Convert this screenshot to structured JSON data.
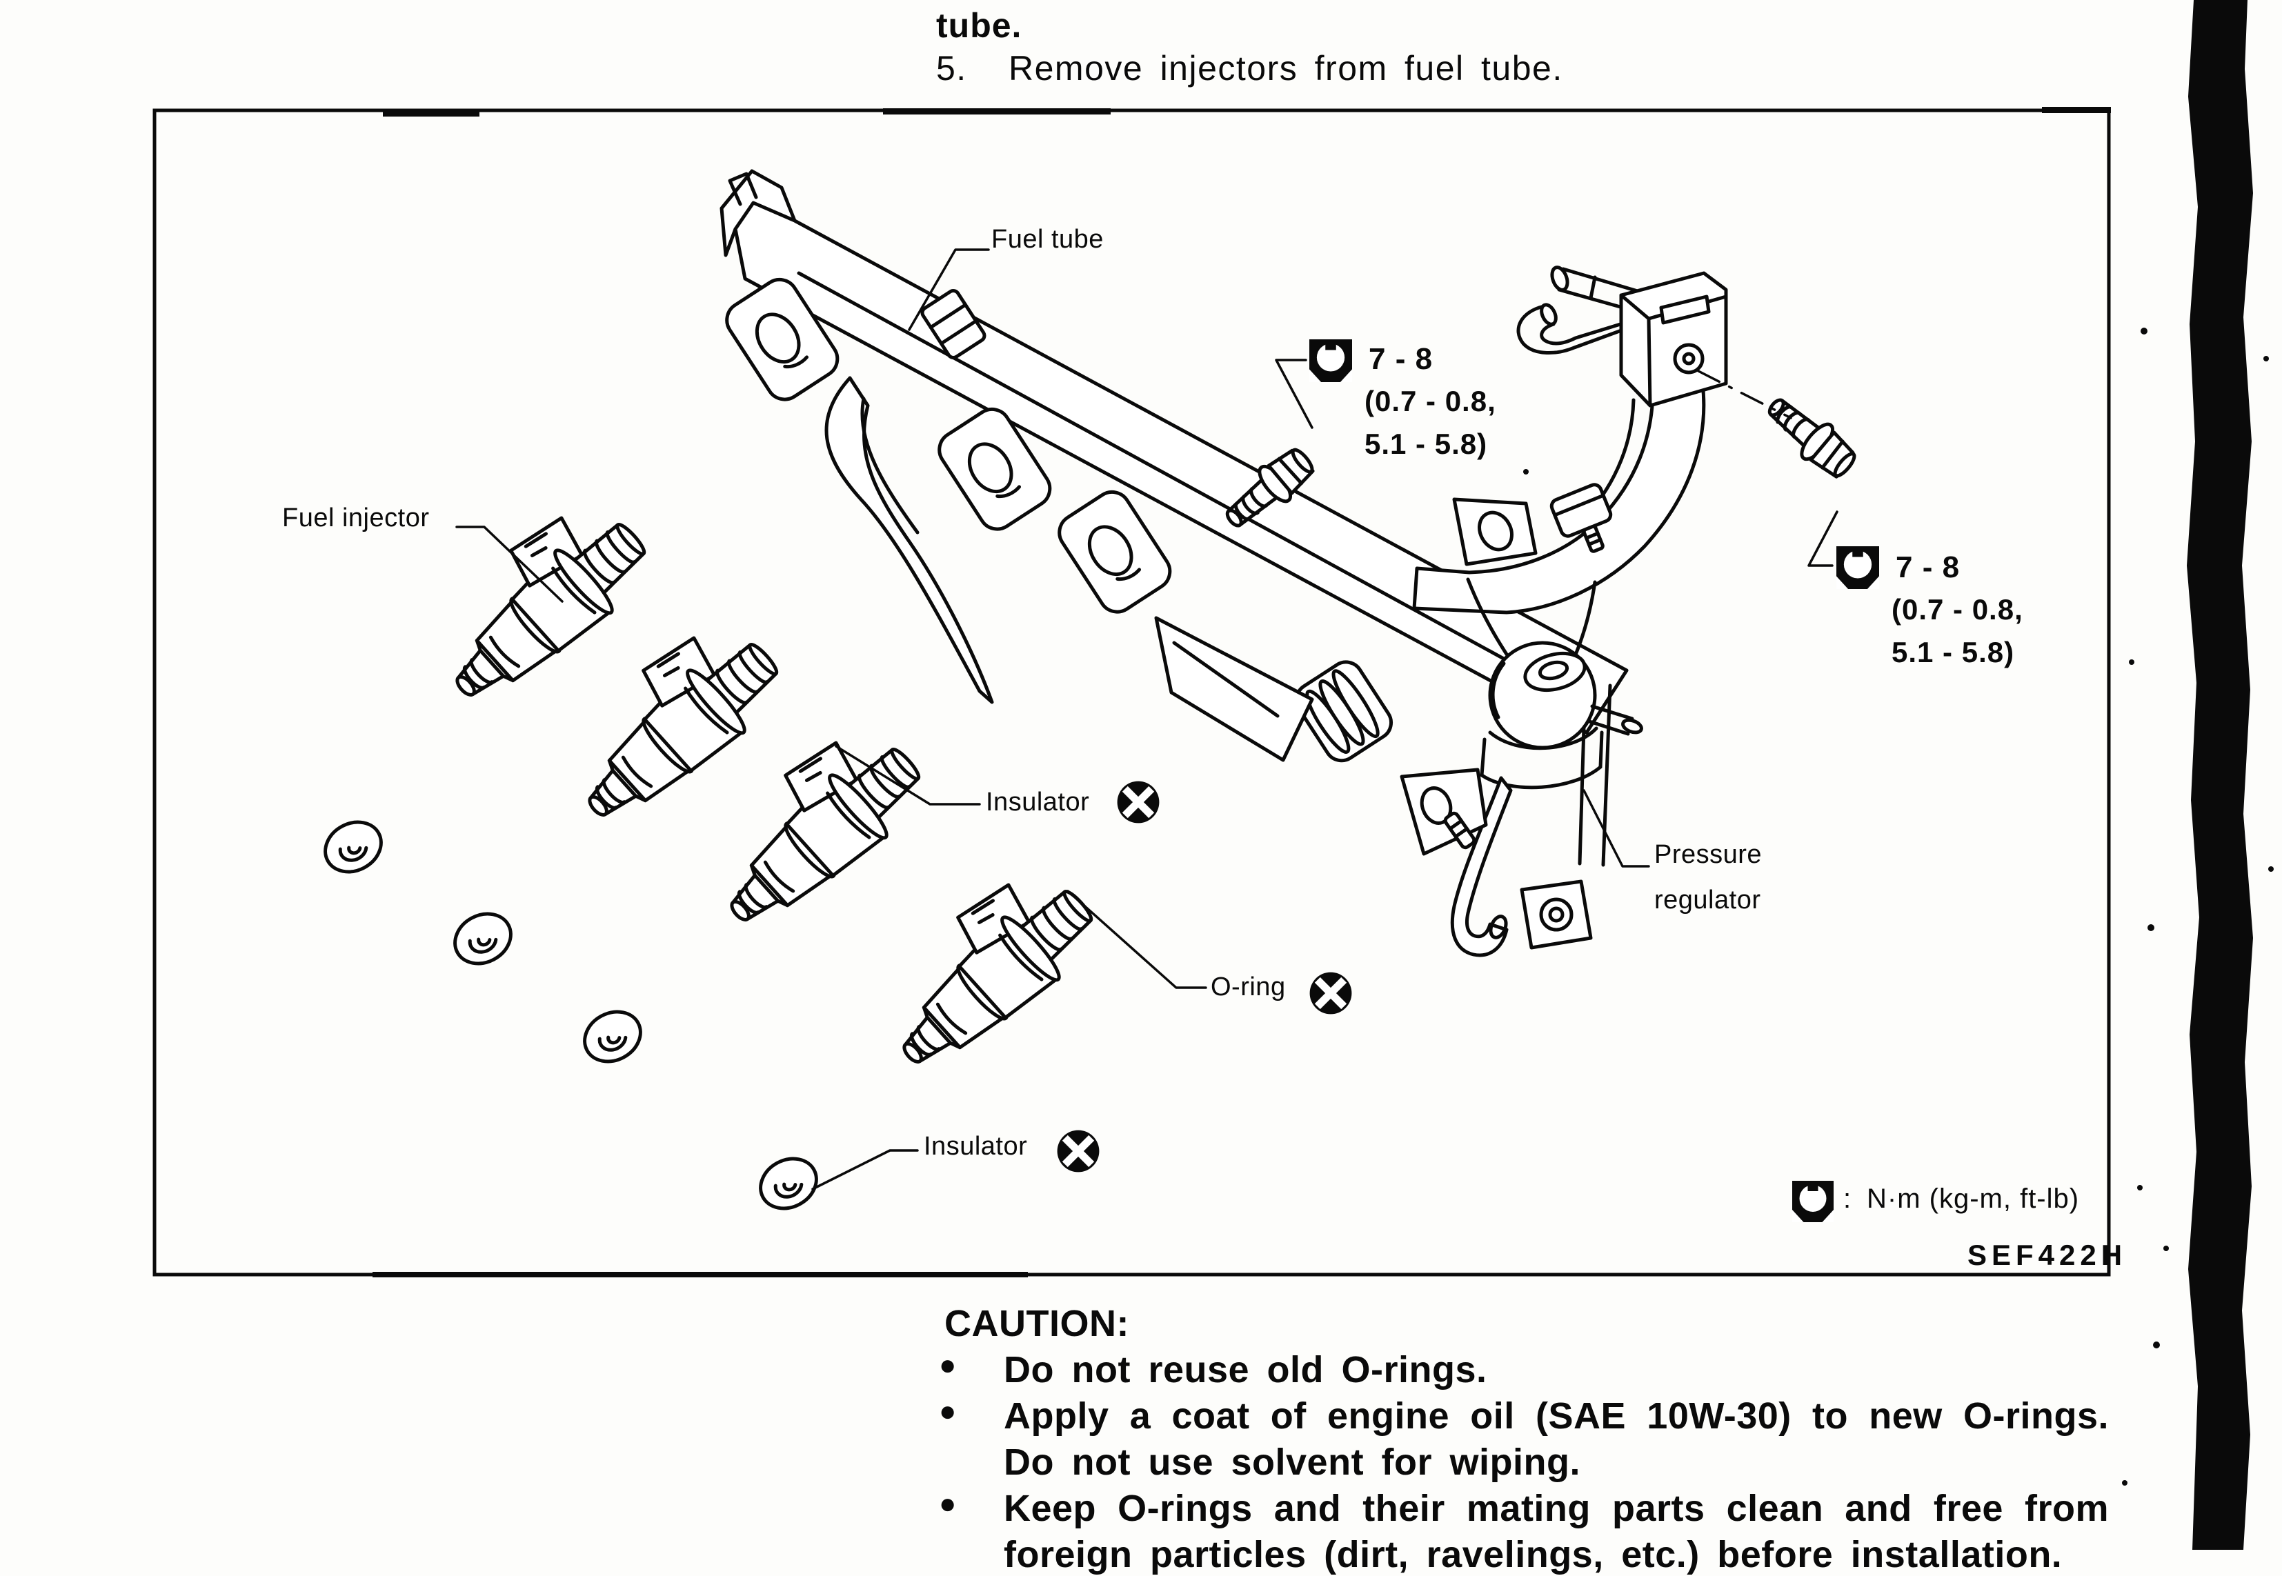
{
  "page": {
    "intro": {
      "prev_step_tail": "tube.",
      "step_number": "5.",
      "step_text": "Remove injectors from fuel tube."
    },
    "figure": {
      "labels": {
        "fuel_tube": "Fuel tube",
        "fuel_injector": "Fuel injector",
        "insulator_upper": "Insulator",
        "o_ring": "O-ring",
        "insulator_lower": "Insulator",
        "pressure_regulator_line1": "Pressure",
        "pressure_regulator_line2": "regulator"
      },
      "torque_specs": [
        {
          "nm": "7 - 8",
          "kgm": "(0.7 - 0.8,",
          "ftlb": "5.1 - 5.8)"
        },
        {
          "nm": "7 - 8",
          "kgm": "(0.7 - 0.8,",
          "ftlb": "5.1 - 5.8)"
        }
      ],
      "legend": {
        "colon": ":",
        "units": "N·m (kg-m, ft-lb)"
      },
      "figure_code": "SEF422H"
    },
    "caution": {
      "heading": "CAUTION:",
      "bullet_glyph": "●",
      "items": [
        {
          "line1": "Do not reuse old O-rings.",
          "line2": ""
        },
        {
          "line1": "Apply a coat of engine oil (SAE 10W-30) to new O-rings.",
          "line2": "Do not use solvent for wiping."
        },
        {
          "line1": "Keep O-rings and their mating parts clean and free from",
          "line2": "foreign particles (dirt, ravelings, etc.) before installation."
        }
      ]
    }
  }
}
